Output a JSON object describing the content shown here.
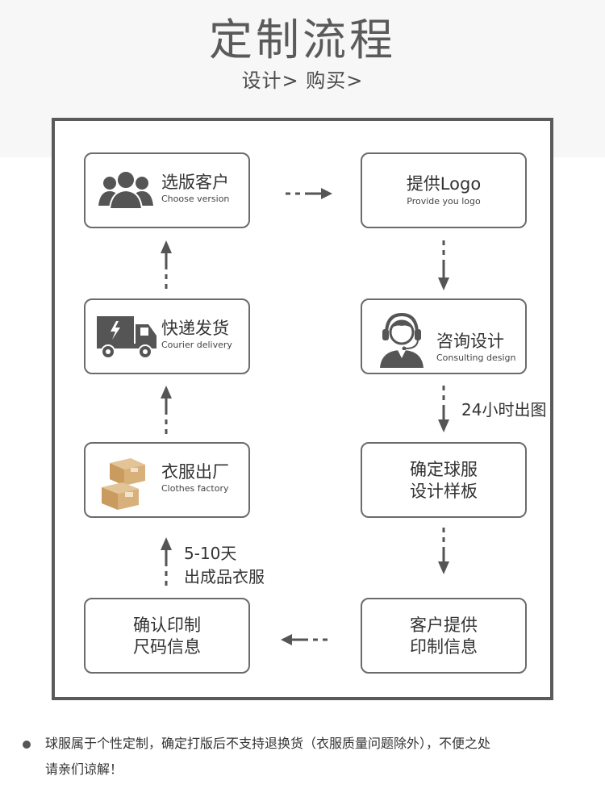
{
  "header": {
    "title": "定制流程",
    "subtitle": "设计> 购买>"
  },
  "steps": [
    {
      "cn": "选版客户",
      "en": "Choose version",
      "icon": "people-group-icon"
    },
    {
      "cn": "提供Logo",
      "en": "Provide you logo"
    },
    {
      "cn": "咨询设计",
      "en": "Consulting design",
      "icon": "customer-service-headset-icon"
    },
    {
      "cn_line1": "确定球服",
      "cn_line2": "设计样板"
    },
    {
      "cn_line1": "客户提供",
      "cn_line2": "印制信息"
    },
    {
      "cn_line1": "确认印制",
      "cn_line2": "尺码信息"
    },
    {
      "cn": "衣服出厂",
      "en": "Clothes factory",
      "icon": "cardboard-boxes-icon"
    },
    {
      "cn": "快递发货",
      "en": "Courier delivery",
      "icon": "delivery-truck-icon"
    }
  ],
  "notes": {
    "design_time": "24小时出图",
    "production_line1": "5-10天",
    "production_line2": "出成品衣服"
  },
  "footer": {
    "line1": "球服属于个性定制，确定打版后不支持退换货（衣服质量问题除外），不便之处",
    "line2": "请亲们谅解！"
  },
  "colors": {
    "frame": "#5a5a5a",
    "box_border": "#6b6b6b",
    "arrow": "#555555",
    "icon": "#555555"
  }
}
